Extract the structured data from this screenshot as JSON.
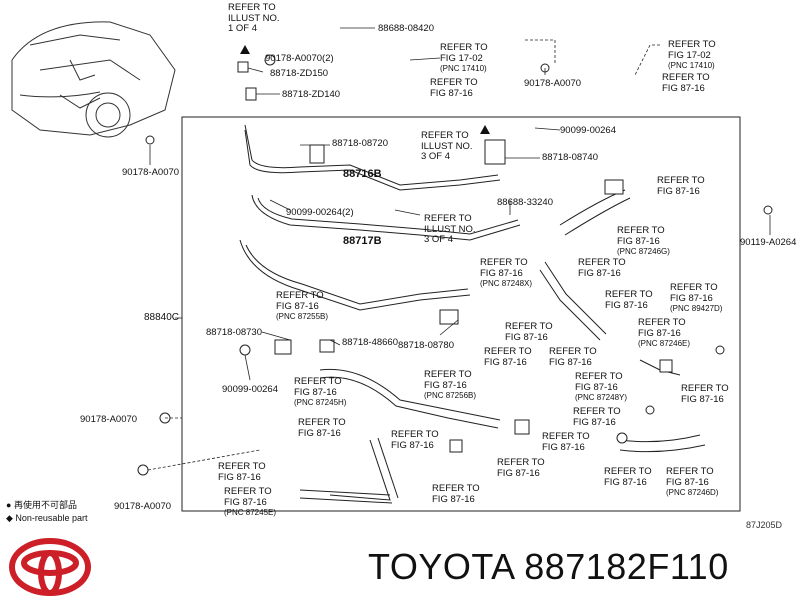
{
  "part_labels": {
    "p88688_08420": "88688-08420",
    "p90178_A0070_2": "90178-A0070(2)",
    "p88718_ZD150": "88718-ZD150",
    "p88718_ZD140": "88718-ZD140",
    "p90178_A0070_top": "90178-A0070",
    "p90099_00264_top": "90099-00264",
    "p88718_08740": "88718-08740",
    "p88718_08720": "88718-08720",
    "p90178_A0070_left": "90178-A0070",
    "p88716B": "88716B",
    "p90099_00264_mid": "90099-00264(2)",
    "p88688_33240": "88688-33240",
    "p88717B": "88717B",
    "p90119_A0264": "90119-A0264",
    "p88840C": "88840C",
    "p88718_08730": "88718-08730",
    "p88718_48660": "88718-48660",
    "p88718_08780": "88718-08780",
    "p90099_00264_low": "90099-00264",
    "p90178_A0070_low1": "90178-A0070",
    "p90178_A0070_low2": "90178-A0070"
  },
  "refs": {
    "r1": [
      "REFER TO",
      "ILLUST NO.",
      "1 OF 4"
    ],
    "r2": [
      "REFER TO",
      "FIG 17-02",
      "(PNC 17410)"
    ],
    "r3": [
      "REFER TO",
      "FIG 87-16"
    ],
    "r4": [
      "REFER TO",
      "FIG 17-02",
      "(PNC 17410)"
    ],
    "r5": [
      "REFER TO",
      "FIG 87-16"
    ],
    "r6": [
      "REFER TO",
      "ILLUST NO.",
      "3 OF 4"
    ],
    "r7": [
      "REFER TO",
      "FIG 87-16"
    ],
    "r8": [
      "REFER TO",
      "ILLUST NO.",
      "3 OF 4"
    ],
    "r9": [
      "REFER TO",
      "FIG 87-16",
      "(PNC 87246G)"
    ],
    "r10": [
      "REFER TO",
      "FIG 87-16"
    ],
    "r11": [
      "REFER TO",
      "FIG 87-16",
      "(PNC 87248X)"
    ],
    "r12": [
      "REFER TO",
      "FIG 87-16"
    ],
    "r13": [
      "REFER TO",
      "FIG 87-16",
      "(PNC 89427D)"
    ],
    "r14": [
      "REFER TO",
      "FIG 87-16",
      "(PNC 87255B)"
    ],
    "r15": [
      "REFER TO",
      "FIG 87-16"
    ],
    "r16": [
      "REFER TO",
      "FIG 87-16",
      "(PNC 87246E)"
    ],
    "r17": [
      "REFER TO",
      "FIG 87-16"
    ],
    "r18": [
      "REFER TO",
      "FIG 87-16"
    ],
    "r19": [
      "REFER TO",
      "FIG 87-16",
      "(PNC 87245H)"
    ],
    "r20": [
      "REFER TO",
      "FIG 87-16",
      "(PNC 87256B)"
    ],
    "r21": [
      "REFER TO",
      "FIG 87-16",
      "(PNC 87248Y)"
    ],
    "r22": [
      "REFER TO",
      "FIG 87-16"
    ],
    "r23": [
      "REFER TO",
      "FIG 87-16"
    ],
    "r24": [
      "REFER TO",
      "FIG 87-16"
    ],
    "r25": [
      "REFER TO",
      "FIG 87-16"
    ],
    "r26": [
      "REFER TO",
      "FIG 87-16"
    ],
    "r27": [
      "REFER TO",
      "FIG 87-16"
    ],
    "r28": [
      "REFER TO",
      "FIG 87-16"
    ],
    "r29": [
      "REFER TO",
      "FIG 87-16",
      "(PNC 87245E)"
    ],
    "r30": [
      "REFER TO",
      "FIG 87-16"
    ],
    "r31": [
      "REFER TO",
      "FIG 87-16"
    ],
    "r32": [
      "REFER TO",
      "FIG 87-16",
      "(PNC 87246D)"
    ]
  },
  "legend": {
    "reuse_text": "再使用不可部品",
    "nonreuse_text": "Non-reusable part"
  },
  "figure_code": "87J205D",
  "brand_caption": "TOYOTA 887182F110",
  "colors": {
    "logo_red": "#cc1f27",
    "ink": "#111111"
  }
}
